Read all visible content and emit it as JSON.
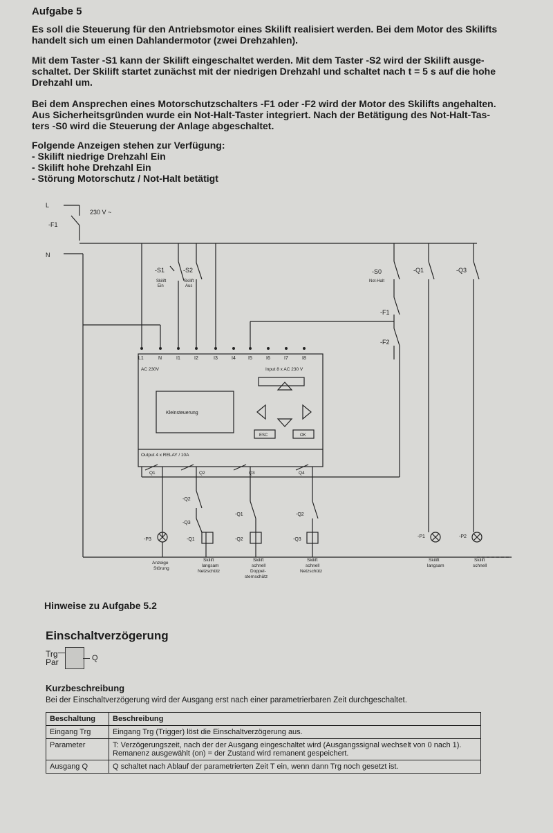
{
  "task": {
    "title": "Aufgabe 5",
    "para1": [
      "Es soll die Steuerung für den Antriebsmotor eines Skilift realisiert werden. Bei dem Motor des Skilifts",
      "handelt sich um einen Dahlandermotor (zwei Drehzahlen)."
    ],
    "para2": [
      "Mit dem Taster -S1 kann der Skilift eingeschaltet werden. Mit dem Taster -S2 wird der Skilift ausge-",
      "schaltet. Der Skilift startet zunächst mit der niedrigen Drehzahl und schaltet nach t = 5 s auf die hohe",
      "Drehzahl um."
    ],
    "para3": [
      "Bei dem Ansprechen eines Motorschutzschalters -F1 oder -F2 wird der Motor des Skilifts angehalten.",
      "Aus Sicherheitsgründen wurde ein Not-Halt-Taster integriert. Nach der Betätigung des Not-Halt-Tas-",
      "ters -S0 wird die Steuerung der Anlage abgeschaltet."
    ],
    "indicators_heading": "Folgende Anzeigen stehen zur Verfügung:",
    "indicators": [
      "- Skilift niedrige Drehzahl Ein",
      "- Skilift hohe Drehzahl Ein",
      "- Störung Motorschutz / Not-Halt betätigt"
    ]
  },
  "diagram": {
    "L": "L",
    "voltage": "230 V ~",
    "F1_top": "-F1",
    "N": "N",
    "S1": "-S1",
    "S1_text": [
      "Skilift",
      "Ein"
    ],
    "S2": "-S2",
    "S2_text": [
      "Skilift",
      "Aus"
    ],
    "S0": "-S0",
    "S0_text": "Not-Halt",
    "Q1": "-Q1",
    "Q3": "-Q3",
    "F1": "-F1",
    "F2": "-F2",
    "inputs": [
      "L1",
      "N",
      "I1",
      "I2",
      "I3",
      "I4",
      "I5",
      "I6",
      "I7",
      "I8"
    ],
    "ac_label": "AC 230V",
    "input_label": "Input 8 x AC 230 V",
    "display_label": "Kleinsteuerung",
    "esc": "ESC",
    "ok": "OK",
    "output_label": "Output 4 x RELAY / 10A",
    "outputs": [
      "Q1",
      "Q2",
      "Q3",
      "Q4"
    ],
    "coils": [
      "-Q1",
      "-Q2",
      "-Q3"
    ],
    "lamps": [
      "-P3",
      "-P1",
      "-P2"
    ],
    "contacts": [
      "-Q2",
      "-Q3",
      "-Q1",
      "-Q2"
    ],
    "captions": {
      "p3": [
        "Anzeige",
        "Störung"
      ],
      "q1": [
        "Skilift",
        "langsam",
        "Netzschütz"
      ],
      "q2": [
        "Skilift",
        "schnell",
        "Doppel-",
        "sternschütz"
      ],
      "q3": [
        "Skilift",
        "schnell",
        "Netzschütz"
      ],
      "p1": [
        "Skilift",
        "langsam"
      ],
      "p2": [
        "Skilift",
        "schnell"
      ]
    }
  },
  "notes": {
    "heading": "Hinweise zu Aufgabe 5.2",
    "function_title": "Einschaltverzögerung",
    "trg": "Trg",
    "par": "Par",
    "q": "Q",
    "short_title": "Kurzbeschreibung",
    "short_text": "Bei der Einschaltverzögerung wird der Ausgang erst nach einer parametrierbaren Zeit durchgeschaltet.",
    "table": {
      "header": [
        "Beschaltung",
        "Beschreibung"
      ],
      "rows": [
        [
          "Eingang Trg",
          "Eingang Trg (Trigger) löst die Einschaltverzögerung aus."
        ],
        [
          "Parameter",
          "T: Verzögerungszeit, nach der der Ausgang eingeschaltet wird (Ausgangssignal wechselt von 0 nach 1).",
          "Remanenz ausgewählt (on) = der Zustand wird remanent gespeichert."
        ],
        [
          "Ausgang Q",
          "Q schaltet nach Ablauf der parametrierten Zeit T ein, wenn dann Trg noch gesetzt ist."
        ]
      ]
    }
  }
}
